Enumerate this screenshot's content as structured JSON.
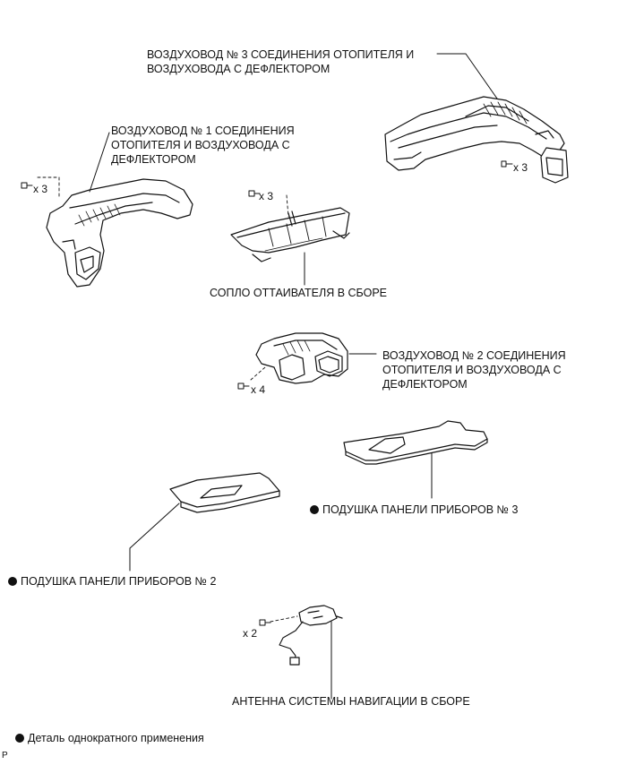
{
  "labels": {
    "duct3": "ВОЗДУХОВОД № 3 СОЕДИНЕНИЯ ОТОПИТЕЛЯ И\nВОЗДУХОВОДА С ДЕФЛЕКТОРОМ",
    "duct1": "ВОЗДУХОВОД № 1 СОЕДИНЕНИЯ\nОТОПИТЕЛЯ И ВОЗДУХОВОДА С\nДЕФЛЕКТОРОМ",
    "nozzle": "СОПЛО ОТТАИВАТЕЛЯ В СБОРЕ",
    "duct2": "ВОЗДУХОВОД № 2 СОЕДИНЕНИЯ\nОТОПИТЕЛЯ И ВОЗДУХОВОДА С\nДЕФЛЕКТОРОМ",
    "cushion3": "ПОДУШКА ПАНЕЛИ ПРИБОРОВ № 3",
    "cushion2": "ПОДУШКА ПАНЕЛИ ПРИБОРОВ № 2",
    "antenna": "АНТЕННА СИСТЕМЫ НАВИГАЦИИ В СБОРЕ"
  },
  "quantities": {
    "duct1_screws": "x 3",
    "nozzle_screws": "x 3",
    "duct3_screws": "x 3",
    "duct2_screws": "x 4",
    "antenna_screws": "x 2"
  },
  "legend": {
    "single_use": "Деталь однократного применения"
  },
  "figure_code": "P"
}
